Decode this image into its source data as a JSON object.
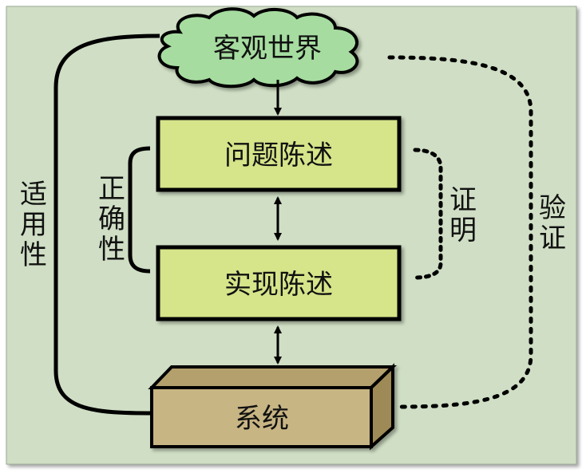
{
  "nodes": {
    "world": "客观世界",
    "problem": "问题陈述",
    "implementation": "实现陈述",
    "system": "系统"
  },
  "edge_labels": {
    "applicability": [
      "适",
      "用",
      "性"
    ],
    "correctness": [
      "正",
      "确",
      "性"
    ],
    "proof": [
      "证",
      "明"
    ],
    "verification": [
      "验",
      "证"
    ]
  },
  "colors": {
    "background": "#cfdec4",
    "cloud_fill": "#a6dca0",
    "box_fill": "#d6e48a",
    "system_fill": "#c8b584",
    "system_top": "#b4a06c",
    "system_side": "#9e8a56",
    "stroke": "#000000"
  }
}
